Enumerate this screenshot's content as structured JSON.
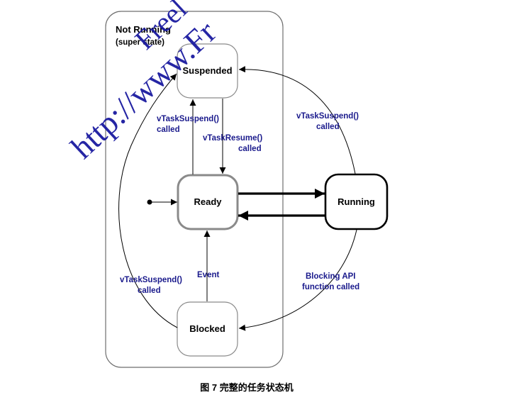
{
  "superstate": {
    "title": "Not Running",
    "subtitle": "(super state)"
  },
  "states": {
    "suspended": "Suspended",
    "ready": "Ready",
    "running": "Running",
    "blocked": "Blocked"
  },
  "transitions": {
    "ready_to_suspended": [
      "vTaskSuspend()",
      "called"
    ],
    "suspended_to_ready": [
      "vTaskResume()",
      "called"
    ],
    "running_to_suspended": [
      "vTaskSuspend()",
      "called"
    ],
    "blocked_to_ready": [
      "Event"
    ],
    "blocked_to_suspended": [
      "vTaskSuspend()",
      "called"
    ],
    "running_to_blocked": [
      "Blocking API",
      "function called"
    ]
  },
  "watermark": "http://www.Fr",
  "watermark_top": "Freel",
  "caption": "图 7  完整的任务状态机",
  "colors": {
    "label": "#1a1a8c",
    "watermark": "#1a1aa0",
    "ready_border": "#8a8a8a"
  }
}
